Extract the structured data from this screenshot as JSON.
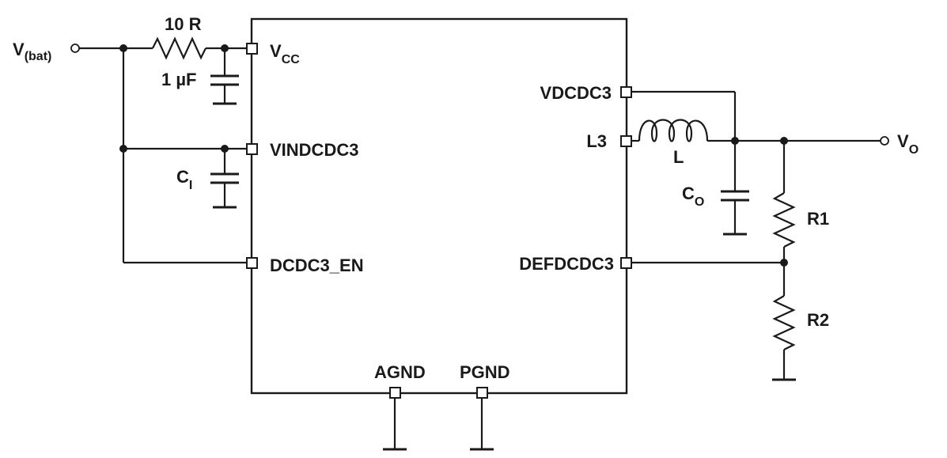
{
  "schematic": {
    "input": {
      "main": "V",
      "sub": "(bat)"
    },
    "output": {
      "main": "V",
      "sub": "O"
    },
    "resistor_10r": "10 R",
    "cap_1uf": "1 µF",
    "cap_ci": {
      "main": "C",
      "sub": "I"
    },
    "cap_co": {
      "main": "C",
      "sub": "O"
    },
    "inductor": "L",
    "r1": "R1",
    "r2": "R2",
    "pins": {
      "vcc": {
        "main": "V",
        "sub": "CC"
      },
      "vindcdc3": "VINDCDC3",
      "dcdc3_en": "DCDC3_EN",
      "vdcdc3": "VDCDC3",
      "l3": "L3",
      "defdcdc3": "DEFDCDC3",
      "agnd": "AGND",
      "pgnd": "PGND"
    }
  }
}
